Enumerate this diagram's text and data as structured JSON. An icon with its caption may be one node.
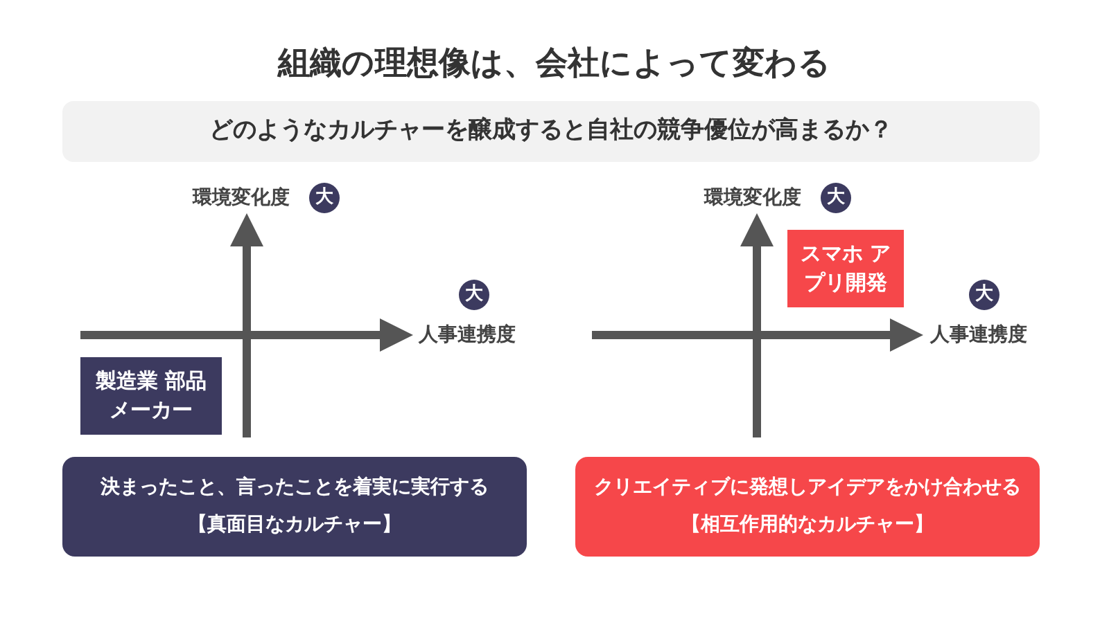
{
  "diagram": {
    "title": "組織の理想像は、会社によって変わる",
    "nodes": [
      {
        "text": [
          "どのようなカルチャーを醸成すると自社の競争優位が高まるか？"
        ]
      },
      {
        "text": [
          "大"
        ]
      },
      {
        "text": [
          "大"
        ]
      },
      {
        "text": [
          "製造業 部品メーカー"
        ]
      },
      {
        "text": [
          "決まったこと、言ったことを着実に実行する",
          "【真面目なカルチャー】"
        ]
      },
      {
        "text": [
          "大"
        ]
      },
      {
        "text": [
          "大"
        ]
      },
      {
        "text": [
          "スマホ アプリ開発"
        ]
      },
      {
        "text": [
          "クリエイティブに発想しアイデアをかけ合わせる",
          "【相互作用的なカルチャー】"
        ]
      }
    ],
    "labels": [
      "環境変化度",
      "環境変化度",
      "人事連携度",
      "人事連携度"
    ]
  }
}
